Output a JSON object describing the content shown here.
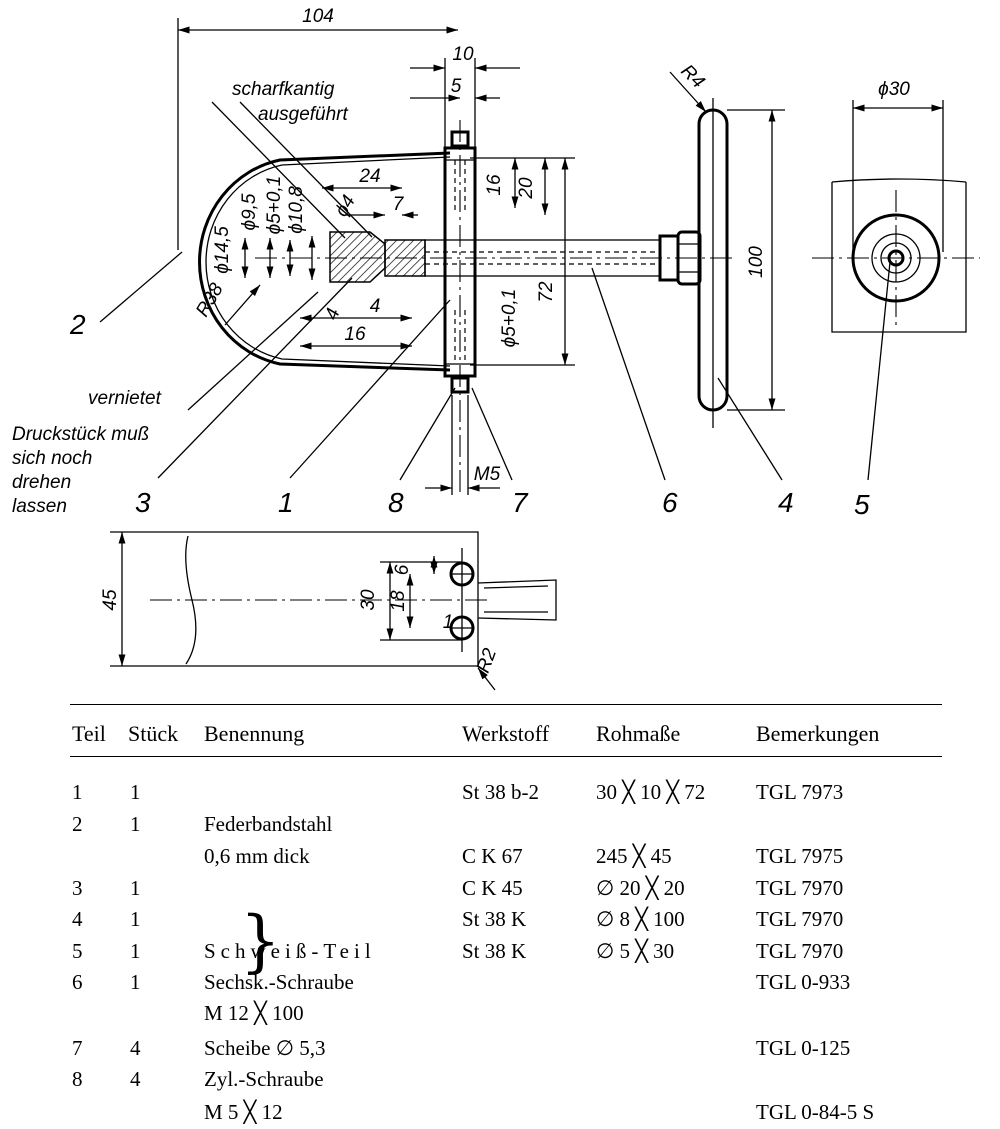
{
  "drawing": {
    "dimensions": {
      "d104": "104",
      "d10": "10",
      "d5": "5",
      "r4": "R4",
      "phi30": "ϕ30",
      "d24": "24",
      "d7": "7",
      "d16a": "16",
      "d20": "20",
      "d72": "72",
      "d100": "100",
      "phi9_5": "ϕ9,5",
      "phi5p01a": "ϕ5+0,1",
      "phi10_8": "ϕ10,8",
      "phi14_5": "ϕ14,5",
      "r38": "R38",
      "phi4": "ϕ4",
      "d4a": "4",
      "d4b": "4",
      "d16b": "16",
      "phi5p01b": "ϕ5+0,1",
      "m5": "M5",
      "d45": "45",
      "d6": "6",
      "d18": "18",
      "d30": "30",
      "r2": "R2",
      "d1": "1"
    },
    "notes": {
      "scharf_line1": "scharfkantig",
      "scharf_line2": "ausgeführt",
      "vernietet": "vernietet",
      "druck_line1": "Druckstück muß",
      "druck_line2": "sich noch",
      "druck_line3": "drehen",
      "druck_line4": "lassen"
    },
    "part_labels": {
      "p1": "1",
      "p2": "2",
      "p3": "3",
      "p4": "4",
      "p5": "5",
      "p6": "6",
      "p7": "7",
      "p8": "8"
    }
  },
  "table": {
    "headers": {
      "teil": "Teil",
      "stueck": "Stück",
      "benennung": "Benennung",
      "werkstoff": "Werkstoff",
      "rohmasse": "Rohmaße",
      "bemerkungen": "Bemerkungen"
    },
    "rows": [
      {
        "teil": "1",
        "stueck": "1",
        "benennung": "",
        "werkstoff": "St 38 b-2",
        "rohmasse": "30 ╳ 10 ╳ 72",
        "bemerkungen": "TGL 7973"
      },
      {
        "teil": "2",
        "stueck": "1",
        "benennung": "Federbandstahl",
        "werkstoff": "",
        "rohmasse": "",
        "bemerkungen": ""
      },
      {
        "teil": "",
        "stueck": "",
        "benennung": "0,6 mm dick",
        "werkstoff": "C K 67",
        "rohmasse": "245 ╳ 45",
        "bemerkungen": "TGL 7975"
      },
      {
        "teil": "3",
        "stueck": "1",
        "benennung": "",
        "werkstoff": "C K 45",
        "rohmasse": "∅ 20 ╳   20",
        "bemerkungen": "TGL 7970"
      },
      {
        "teil": "4",
        "stueck": "1",
        "benennung": "",
        "werkstoff": "St 38 K",
        "rohmasse": "∅   8 ╳ 100",
        "bemerkungen": "TGL 7970"
      },
      {
        "teil": "5",
        "stueck": "1",
        "benennung": "Schweiß-Teil",
        "werkstoff": "St 38 K",
        "rohmasse": "∅   5 ╳   30",
        "bemerkungen": "TGL 7970"
      },
      {
        "teil": "6",
        "stueck": "1",
        "benennung": "Sechsk.-Schraube",
        "werkstoff": "",
        "rohmasse": "",
        "bemerkungen": "TGL 0-933"
      },
      {
        "teil": "",
        "stueck": "",
        "benennung": "M 12 ╳ 100",
        "werkstoff": "",
        "rohmasse": "",
        "bemerkungen": ""
      },
      {
        "teil": "7",
        "stueck": "4",
        "benennung": "Scheibe ∅ 5,3",
        "werkstoff": "",
        "rohmasse": "",
        "bemerkungen": "TGL 0-125"
      },
      {
        "teil": "8",
        "stueck": "4",
        "benennung": "Zyl.-Schraube",
        "werkstoff": "",
        "rohmasse": "",
        "bemerkungen": ""
      },
      {
        "teil": "",
        "stueck": "",
        "benennung": "M 5 ╳ 12",
        "werkstoff": "",
        "rohmasse": "",
        "bemerkungen": "TGL 0-84-5 S"
      }
    ]
  }
}
